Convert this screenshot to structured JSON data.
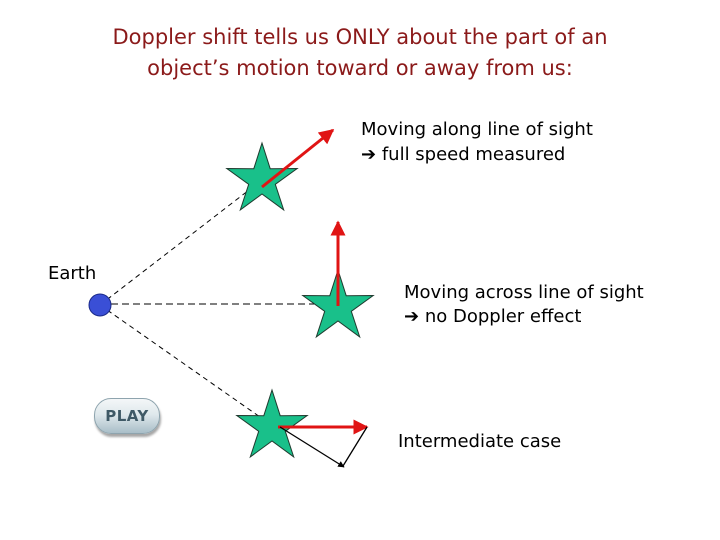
{
  "title": {
    "line1": "Doppler shift tells us ONLY about the part of an",
    "line2": "object’s motion toward or away from us:"
  },
  "labels": {
    "earth": "Earth",
    "along_line1": "Moving along line of sight",
    "along_line2": "full speed measured",
    "across_line1": "Moving across line of sight",
    "across_line2": "no Doppler effect",
    "intermediate": "Intermediate case",
    "arrow_glyph": "➔"
  },
  "play_button": {
    "label": "PLAY"
  },
  "colors": {
    "title": "#8b1a1a",
    "star_fill": "#19c08a",
    "star_stroke": "#1f3a2e",
    "velocity_arrow": "#e01414",
    "earth_fill": "#3a4fd6",
    "sight_line": "#000000"
  }
}
